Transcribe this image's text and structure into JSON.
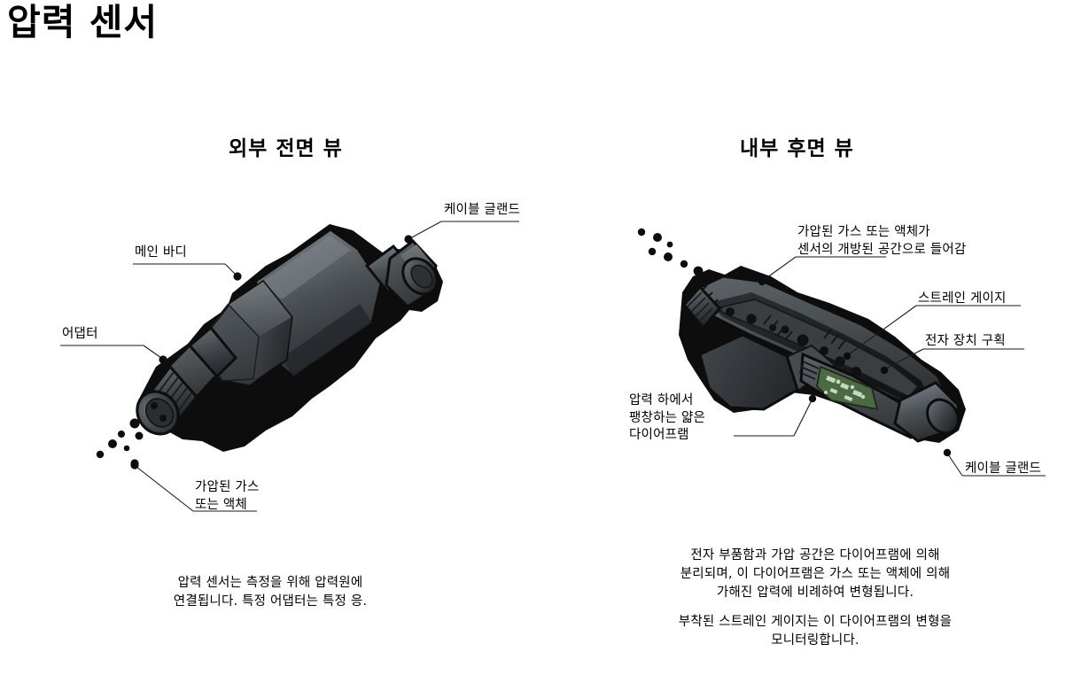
{
  "title": "압력 센서",
  "panels": {
    "external": {
      "heading": "외부 전면 뷰",
      "callouts": {
        "cable_gland": "케이블 글랜드",
        "main_body": "메인 바디",
        "adapter": "어댑터",
        "pressurized_media": "가압된 가스\n또는 액체"
      },
      "caption": "압력 센서는 측정을 위해 압력원에\n연결됩니다. 특정 어댑터는 특정 응."
    },
    "internal": {
      "heading": "내부 후면 뷰",
      "callouts": {
        "media_entry": "가압된 가스 또는 액체가\n센서의 개방된 공간으로 들어감",
        "strain_gauge": "스트레인 게이지",
        "electronics_compartment": "전자 장치 구획",
        "diaphragm": "압력 하에서\n팽창하는 얇은\n다이어프램",
        "cable_gland": "케이블 글랜드"
      },
      "caption_1": "전자 부품함과 가압 공간은 다이어프램에 의해\n분리되며, 이 다이어프램은 가스 또는 액체에 의해\n가해진 압력에 비례하여 변형됩니다.",
      "caption_2": "부착된 스트레인 게이지는 이 다이어프램의 변형을\n모니터링합니다."
    }
  },
  "colors": {
    "outline": "#0d0d0d",
    "body_dark": "#3b3f42",
    "body_mid": "#53585c",
    "body_light": "#6e7479",
    "body_highlight": "#868c91",
    "body_shadow": "#2a2d30",
    "pcb_green": "#4a6b42",
    "pcb_trace": "#c9d6c2",
    "background": "#ffffff",
    "text": "#000000"
  }
}
